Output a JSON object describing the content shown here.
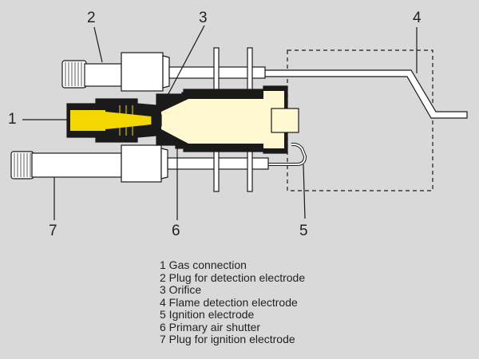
{
  "callouts": [
    "1",
    "2",
    "3",
    "4",
    "5",
    "6",
    "7"
  ],
  "legend": [
    "1 Gas connection",
    "2 Plug for detection electrode",
    "3 Orifice",
    "4 Flame detection electrode",
    "5 Ignition electrode",
    "6 Primary air shutter",
    "7 Plug for ignition electrode"
  ],
  "colors": {
    "background": "#d9d9d9",
    "gas": "#f2d800",
    "flame": "#fff8d0",
    "metal": "#ffffff",
    "outline": "#1a1a1a"
  }
}
